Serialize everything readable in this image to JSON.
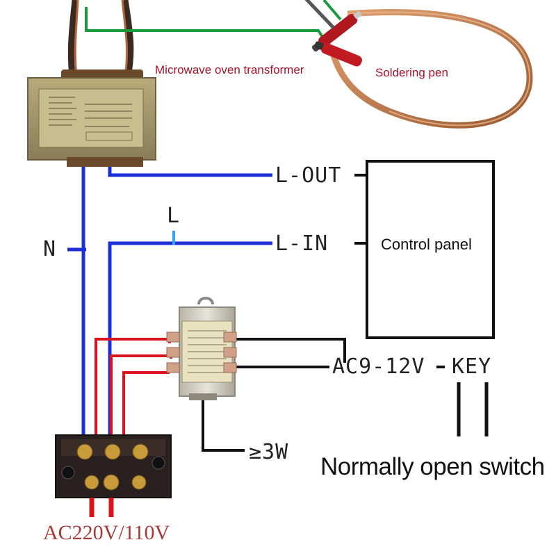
{
  "labels": {
    "microwave_transformer": "Microwave oven transformer",
    "soldering_pen": "Soldering pen",
    "l_out": "L-OUT",
    "l_in": "L-IN",
    "l": "L",
    "n": "N",
    "control_panel": "Control panel",
    "ac_low": "AC9-12V",
    "key": "KEY",
    "power_rating": "≥3W",
    "switch": "Normally open switch",
    "ac_input": "AC220V/110V"
  },
  "colors": {
    "neutral_wire": "#1c2fd6",
    "live_wire": "#1c2fd6",
    "red_wire": "#d8141c",
    "green_wire": "#1a9a3a",
    "black_wire": "#111111",
    "label_red": "#a5122a",
    "copper": "#c87a4a"
  },
  "icons": {
    "main_transformer": "transformer-icon",
    "small_transformer": "transformer-icon",
    "terminal_block": "terminal-block-icon",
    "soldering_pen": "pen-icon"
  }
}
